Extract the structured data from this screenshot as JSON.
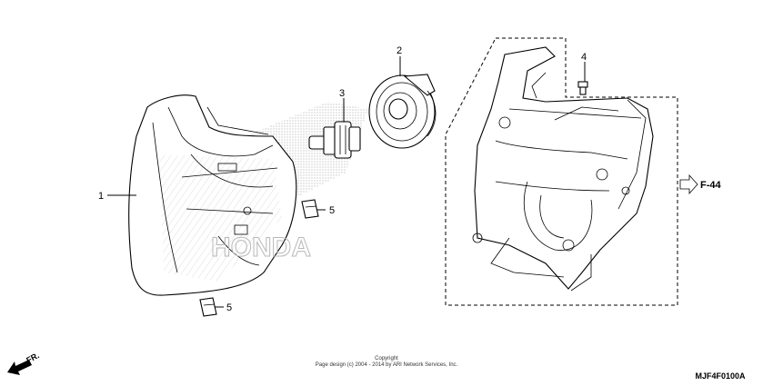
{
  "callouts": [
    {
      "label": "1"
    },
    {
      "label": "2"
    },
    {
      "label": "3"
    },
    {
      "label": "4"
    },
    {
      "label": "5"
    },
    {
      "label": "5"
    }
  ],
  "reference": {
    "label": "F-44"
  },
  "front_indicator": {
    "label": "FR."
  },
  "watermark": {
    "text": "HONDA"
  },
  "copyright": {
    "line1": "Copyright",
    "line2": "Page design (c) 2004 - 2014 by ARI Network Services, Inc."
  },
  "diagram_code": {
    "text": "MJF4F0100A"
  }
}
